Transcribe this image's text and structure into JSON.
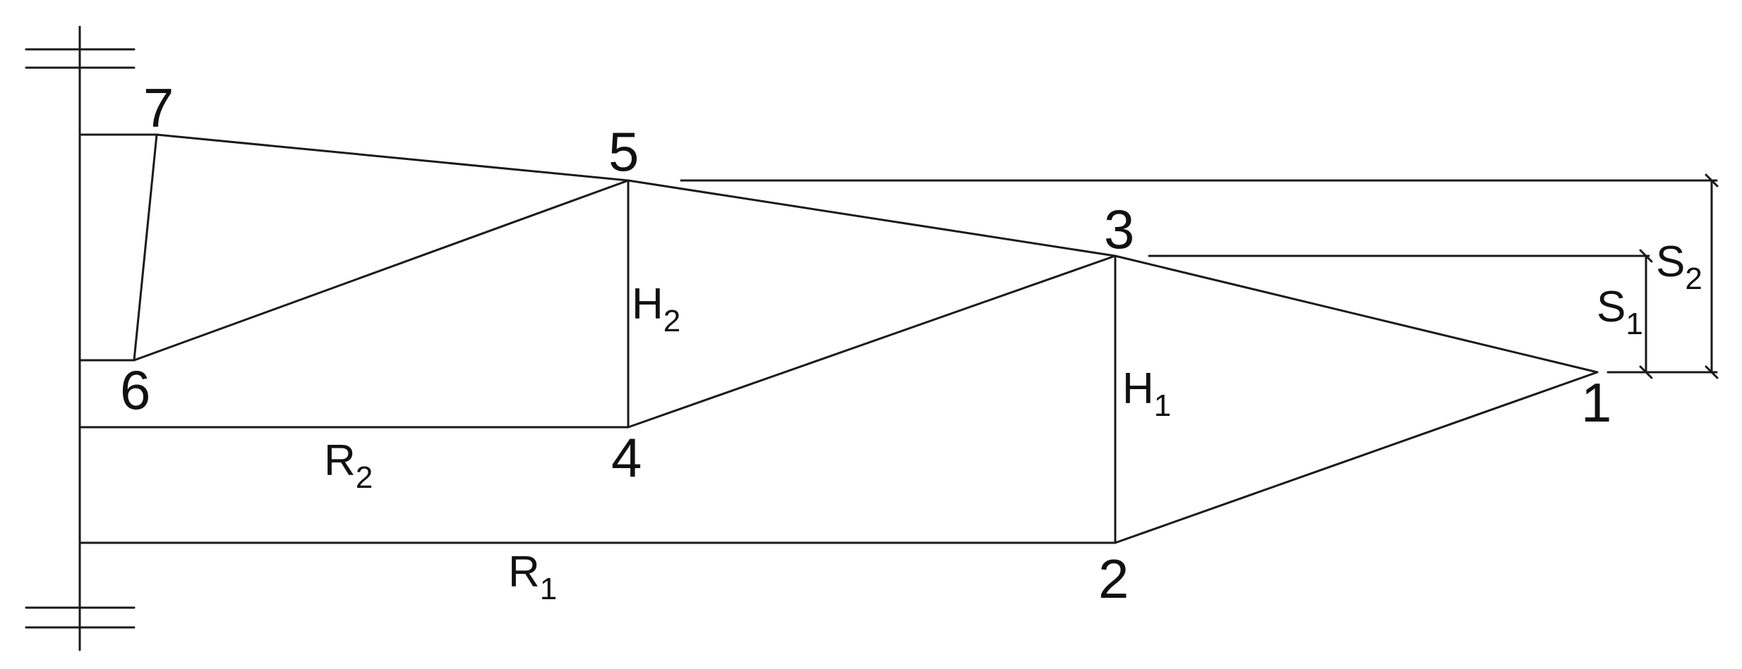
{
  "diagram": {
    "nodes": [
      {
        "id": "1",
        "label": "1"
      },
      {
        "id": "2",
        "label": "2"
      },
      {
        "id": "3",
        "label": "3"
      },
      {
        "id": "4",
        "label": "4"
      },
      {
        "id": "5",
        "label": "5"
      },
      {
        "id": "6",
        "label": "6"
      },
      {
        "id": "7",
        "label": "7"
      }
    ],
    "dimensions": {
      "R1": {
        "main": "R",
        "sub": "1"
      },
      "R2": {
        "main": "R",
        "sub": "2"
      },
      "H1": {
        "main": "H",
        "sub": "1"
      },
      "H2": {
        "main": "H",
        "sub": "2"
      },
      "S1": {
        "main": "S",
        "sub": "1"
      },
      "S2": {
        "main": "S",
        "sub": "2"
      }
    }
  }
}
